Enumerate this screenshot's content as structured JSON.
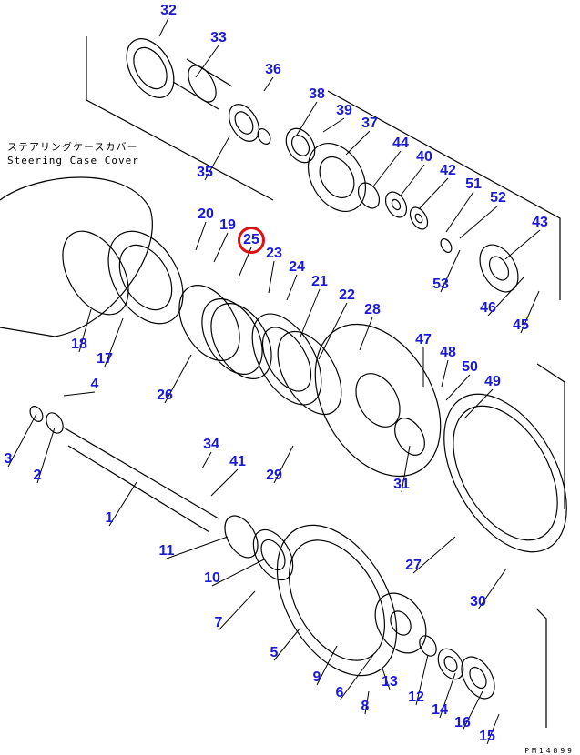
{
  "caption": {
    "jp": "ステアリングケースカバー",
    "en": "Steering Case Cover"
  },
  "drawing_code": "PM14899",
  "highlighted_part": "25",
  "colors": {
    "label": "#1a1ad6",
    "highlight": "#e01010"
  },
  "part_labels": [
    "32",
    "33",
    "36",
    "38",
    "39",
    "37",
    "44",
    "40",
    "42",
    "51",
    "52",
    "43",
    "35",
    "20",
    "19",
    "25",
    "23",
    "24",
    "21",
    "22",
    "28",
    "53",
    "46",
    "45",
    "47",
    "48",
    "50",
    "49",
    "18",
    "17",
    "26",
    "4",
    "3",
    "2",
    "34",
    "41",
    "29",
    "31",
    "1",
    "11",
    "10",
    "27",
    "30",
    "7",
    "5",
    "9",
    "6",
    "13",
    "8",
    "12",
    "14",
    "16",
    "15"
  ]
}
